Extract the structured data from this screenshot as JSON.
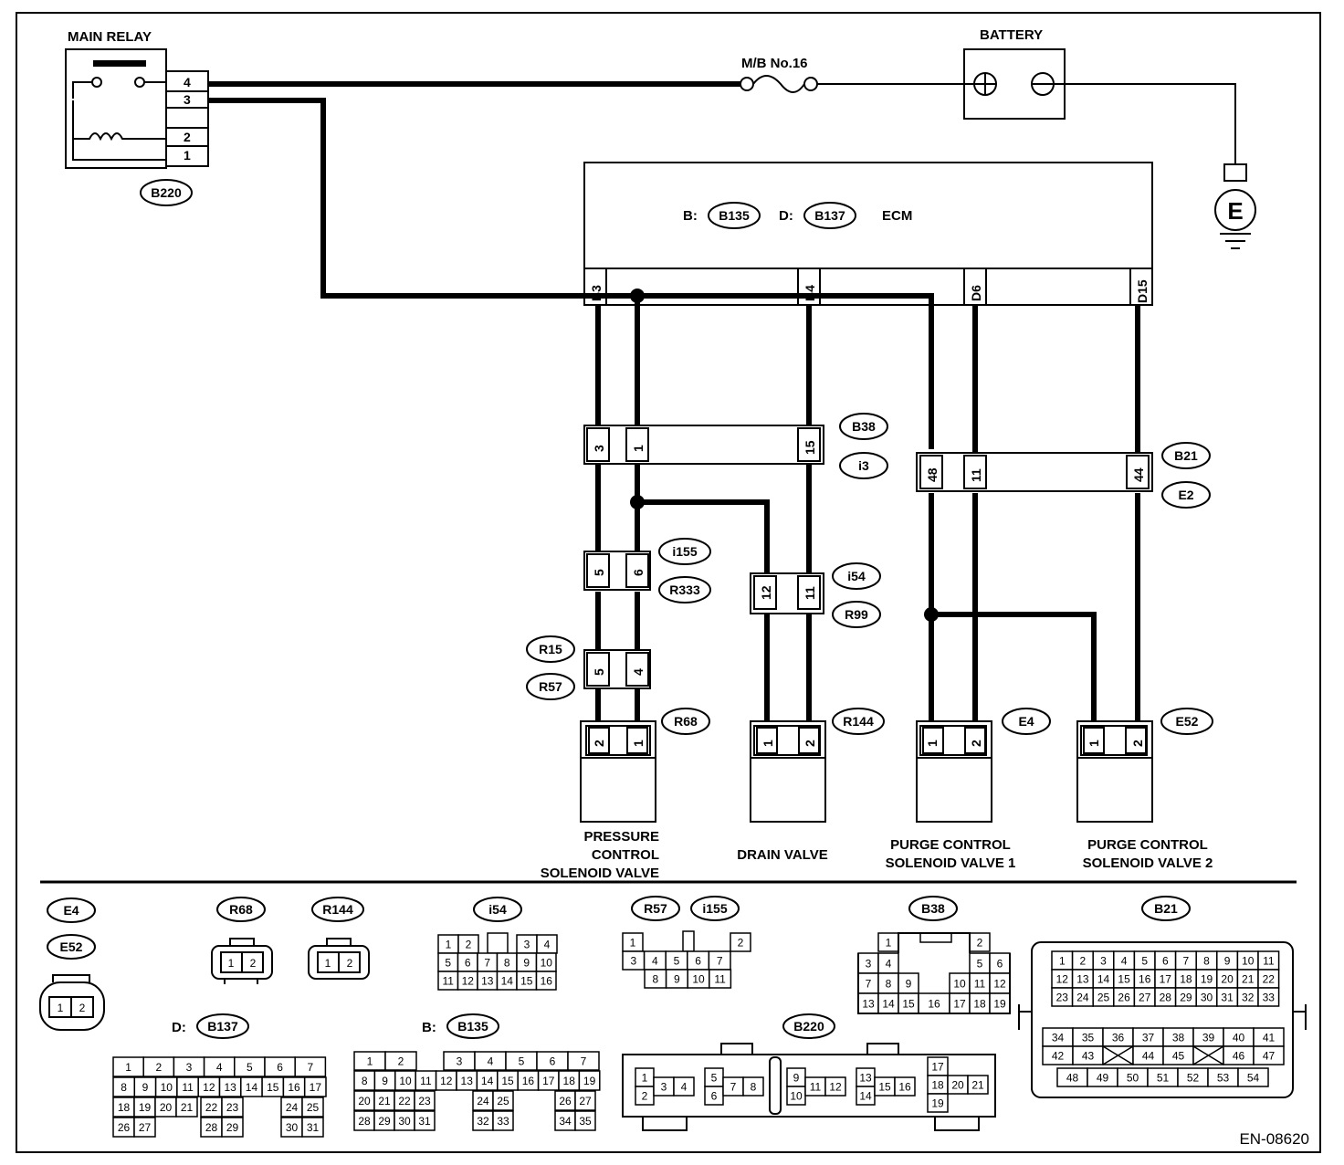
{
  "labels": {
    "main_relay": "MAIN RELAY",
    "battery": "BATTERY",
    "fuse": "M/B No.16",
    "ground": "E",
    "ecm": "ECM",
    "ecm_b": "B:",
    "ecm_d": "D:",
    "pcsv_1": "PRESSURE",
    "pcsv_2": "CONTROL",
    "pcsv_3": "SOLENOID VALVE",
    "drain": "DRAIN VALVE",
    "purge1_1": "PURGE CONTROL",
    "purge1_2": "SOLENOID VALVE 1",
    "purge2_1": "PURGE CONTROL",
    "purge2_2": "SOLENOID VALVE 2",
    "bottom_b": "B:",
    "bottom_d": "D:",
    "figure_id": "EN-08620"
  },
  "connectors": {
    "B220": "B220",
    "B135": "B135",
    "B137": "B137",
    "B38": "B38",
    "i3": "i3",
    "B21": "B21",
    "E2": "E2",
    "i155": "i155",
    "R333": "R333",
    "i54": "i54",
    "R99": "R99",
    "R15": "R15",
    "R57": "R57",
    "R68": "R68",
    "R144": "R144",
    "E4": "E4",
    "E52": "E52"
  },
  "pins": {
    "relay": [
      "4",
      "3",
      "2",
      "1"
    ],
    "ecm": [
      "B3",
      "B4",
      "D6",
      "D15"
    ],
    "b38": [
      "3",
      "1",
      "15"
    ],
    "b21": [
      "48",
      "11",
      "44"
    ],
    "i155": [
      "5",
      "6"
    ],
    "i54": [
      "12",
      "11"
    ],
    "r15": [
      "5",
      "4"
    ],
    "r68": [
      "2",
      "1"
    ],
    "r144": [
      "1",
      "2"
    ],
    "e4": [
      "1",
      "2"
    ],
    "e52": [
      "1",
      "2"
    ]
  },
  "faces": {
    "e4_pins": [
      "1",
      "2"
    ],
    "r68_pins": [
      "1",
      "2"
    ],
    "r144_pins": [
      "1",
      "2"
    ],
    "i54_rows": [
      [
        "1",
        "2",
        "",
        "3",
        "4"
      ],
      [
        "5",
        "6",
        "7",
        "8",
        "9",
        "10"
      ],
      [
        "11",
        "12",
        "13",
        "14",
        "15",
        "16"
      ]
    ],
    "r57_rows": [
      [
        "1",
        "",
        "",
        "",
        "",
        "2"
      ],
      [
        "3",
        "4",
        "5",
        "6",
        "7"
      ],
      [
        "8",
        "9",
        "10",
        "11"
      ]
    ],
    "b38_rows": [
      [
        "1",
        "",
        "2"
      ],
      [
        "3",
        "4",
        "5",
        "6"
      ],
      [
        "7",
        "8",
        "9",
        "10",
        "11",
        "12"
      ],
      [
        "13",
        "14",
        "15",
        "16",
        "17",
        "18",
        "19"
      ]
    ],
    "b21_rows": [
      [
        "1",
        "2",
        "3",
        "4",
        "5",
        "6",
        "7",
        "8",
        "9",
        "10",
        "11"
      ],
      [
        "12",
        "13",
        "14",
        "15",
        "16",
        "17",
        "18",
        "19",
        "20",
        "21",
        "22"
      ],
      [
        "23",
        "24",
        "25",
        "26",
        "27",
        "28",
        "29",
        "30",
        "31",
        "32",
        "33"
      ],
      [
        "34",
        "35",
        "36",
        "37",
        "38",
        "39",
        "40",
        "41"
      ],
      [
        "42",
        "43",
        "",
        "44",
        "45",
        "",
        "46",
        "47"
      ],
      [
        "48",
        "49",
        "50",
        "51",
        "52",
        "53",
        "54"
      ]
    ],
    "b137_rows": [
      [
        "1",
        "2",
        "3",
        "4",
        "5",
        "6",
        "7"
      ],
      [
        "8",
        "9",
        "10",
        "11",
        "12",
        "13",
        "14",
        "15",
        "16",
        "17"
      ],
      [
        "18",
        "19",
        "20",
        "21",
        "22",
        "23",
        "24",
        "25"
      ],
      [
        "26",
        "27",
        "28",
        "29",
        "30",
        "31"
      ]
    ],
    "b135_rows": [
      [
        "1",
        "2",
        "3",
        "4",
        "5",
        "6",
        "7"
      ],
      [
        "8",
        "9",
        "10",
        "11",
        "12",
        "13",
        "14",
        "15",
        "16",
        "17",
        "18",
        "19"
      ],
      [
        "20",
        "21",
        "22",
        "23",
        "24",
        "25",
        "26",
        "27"
      ],
      [
        "28",
        "29",
        "30",
        "31",
        "32",
        "33",
        "34",
        "35"
      ]
    ],
    "b220_pins": [
      "1",
      "2",
      "3",
      "4",
      "5",
      "6",
      "7",
      "8",
      "9",
      "10",
      "11",
      "12",
      "13",
      "14",
      "15",
      "16",
      "17",
      "18",
      "20",
      "21",
      "19"
    ]
  }
}
